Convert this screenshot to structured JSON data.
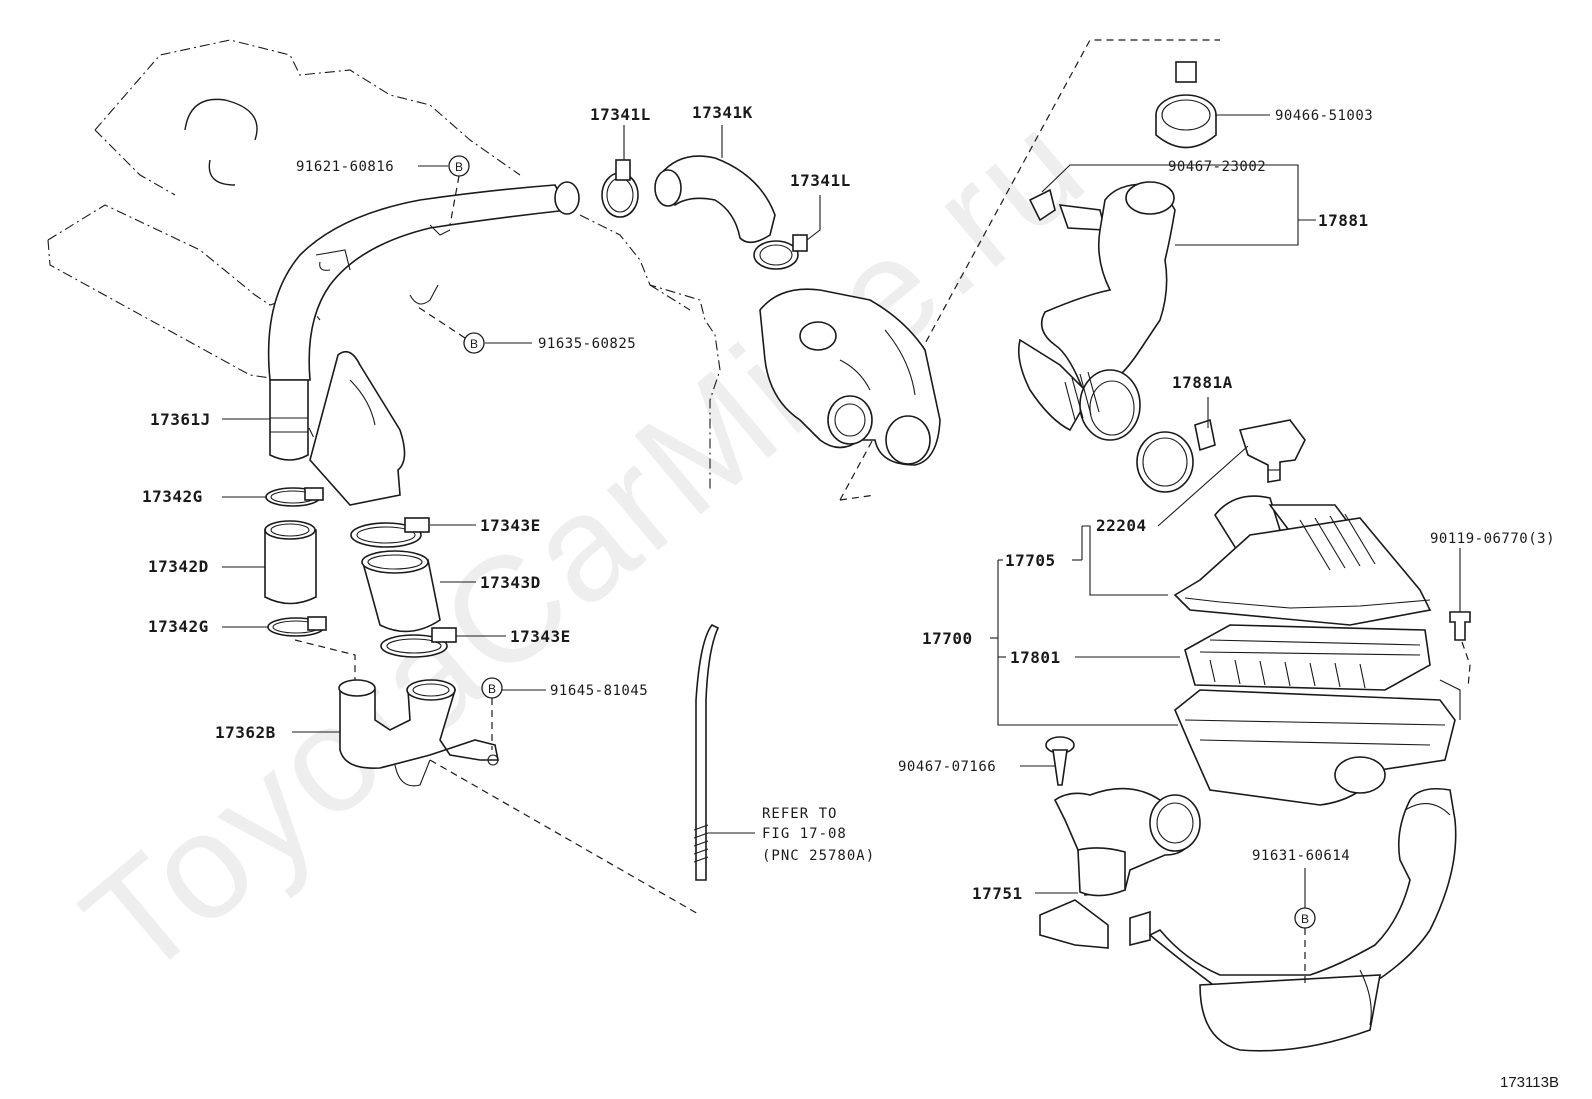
{
  "watermark": "ToyotaCarMine.ru",
  "figure_number": "173113B",
  "bolt_marker": "B",
  "refer_note": {
    "line1": "REFER TO",
    "line2": "FIG 17-08",
    "line3": "(PNC 25780A)"
  },
  "labels": {
    "p91621_60816": "91621-60816",
    "p91635_60825": "91635-60825",
    "p17361J": "17361J",
    "p17342G_a": "17342G",
    "p17342D": "17342D",
    "p17342G_b": "17342G",
    "p17343E_a": "17343E",
    "p17343D": "17343D",
    "p17343E_b": "17343E",
    "p91645_81045": "91645-81045",
    "p17362B": "17362B",
    "p17341L_a": "17341L",
    "p17341K": "17341K",
    "p17341L_b": "17341L",
    "p90466_51003": "90466-51003",
    "p90467_23002": "90467-23002",
    "p17881": "17881",
    "p17881A": "17881A",
    "p22204": "22204",
    "p17705": "17705",
    "p90119_06770": "90119-06770(3)",
    "p17700": "17700",
    "p17801": "17801",
    "p90467_07166": "90467-07166",
    "p91631_60614": "91631-60614",
    "p17751": "17751"
  }
}
